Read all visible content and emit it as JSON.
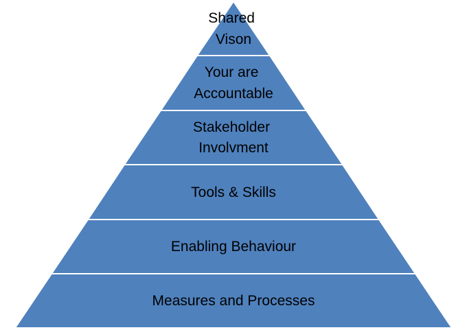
{
  "pyramid": {
    "fill_color": "#4f81bd",
    "border_color": "#ffffff",
    "text_color": "#000000",
    "levels": [
      {
        "lines": [
          "Shared",
          "Vison"
        ]
      },
      {
        "lines": [
          "Your are",
          "Accountable"
        ]
      },
      {
        "lines": [
          "Stakeholder",
          "Involvment"
        ]
      },
      {
        "lines": [
          "Tools & Skills"
        ]
      },
      {
        "lines": [
          "Enabling Behaviour"
        ]
      },
      {
        "lines": [
          "Measures and Processes"
        ]
      }
    ]
  }
}
